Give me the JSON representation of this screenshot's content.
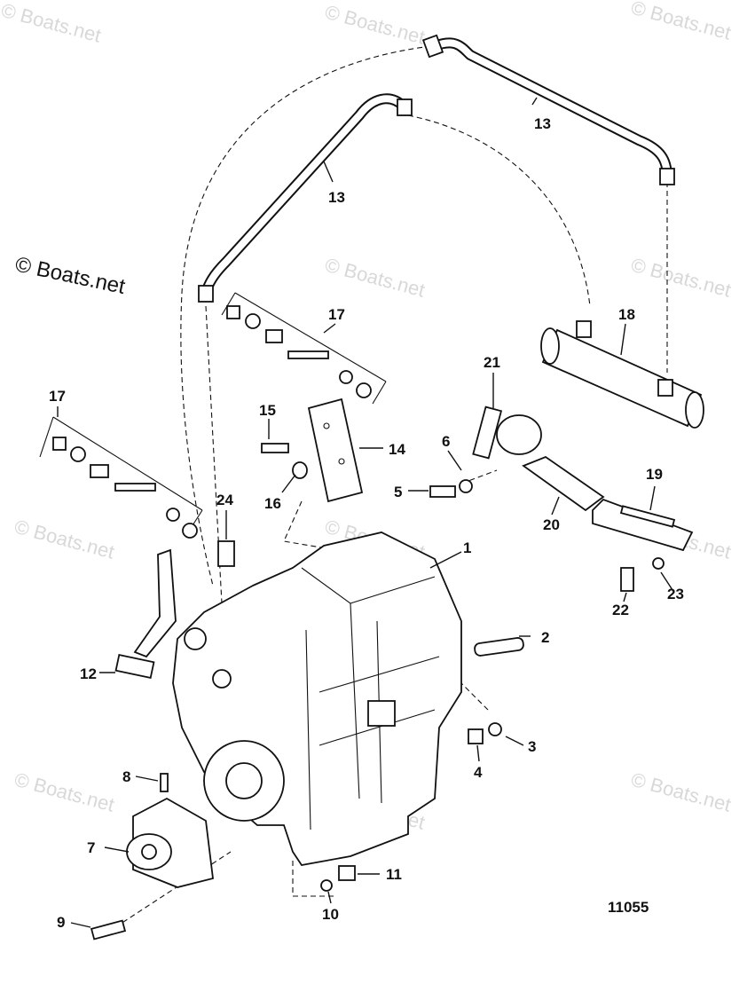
{
  "watermark": {
    "text": "© Boats.net"
  },
  "brand_label": "© Boats.net",
  "diagram_ref": "11055",
  "callouts": [
    {
      "id": "c1",
      "label": "1"
    },
    {
      "id": "c2",
      "label": "2"
    },
    {
      "id": "c3",
      "label": "3"
    },
    {
      "id": "c4",
      "label": "4"
    },
    {
      "id": "c5",
      "label": "5"
    },
    {
      "id": "c6",
      "label": "6"
    },
    {
      "id": "c7",
      "label": "7"
    },
    {
      "id": "c8",
      "label": "8"
    },
    {
      "id": "c9",
      "label": "9"
    },
    {
      "id": "c10",
      "label": "10"
    },
    {
      "id": "c11",
      "label": "11"
    },
    {
      "id": "c12",
      "label": "12"
    },
    {
      "id": "c13a",
      "label": "13"
    },
    {
      "id": "c13b",
      "label": "13"
    },
    {
      "id": "c14",
      "label": "14"
    },
    {
      "id": "c15",
      "label": "15"
    },
    {
      "id": "c16",
      "label": "16"
    },
    {
      "id": "c17a",
      "label": "17"
    },
    {
      "id": "c17b",
      "label": "17"
    },
    {
      "id": "c18",
      "label": "18"
    },
    {
      "id": "c19",
      "label": "19"
    },
    {
      "id": "c20",
      "label": "20"
    },
    {
      "id": "c21",
      "label": "21"
    },
    {
      "id": "c22",
      "label": "22"
    },
    {
      "id": "c23",
      "label": "23"
    },
    {
      "id": "c24",
      "label": "24"
    }
  ]
}
